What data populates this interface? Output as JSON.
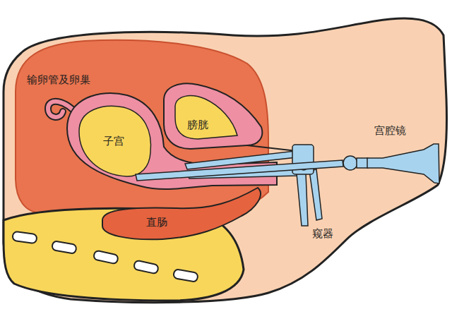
{
  "diagram": {
    "labels": [
      "输卵管及卵巢",
      "子宫",
      "膀胱",
      "宫腔镜",
      "直肠",
      "窥器"
    ]
  }
}
